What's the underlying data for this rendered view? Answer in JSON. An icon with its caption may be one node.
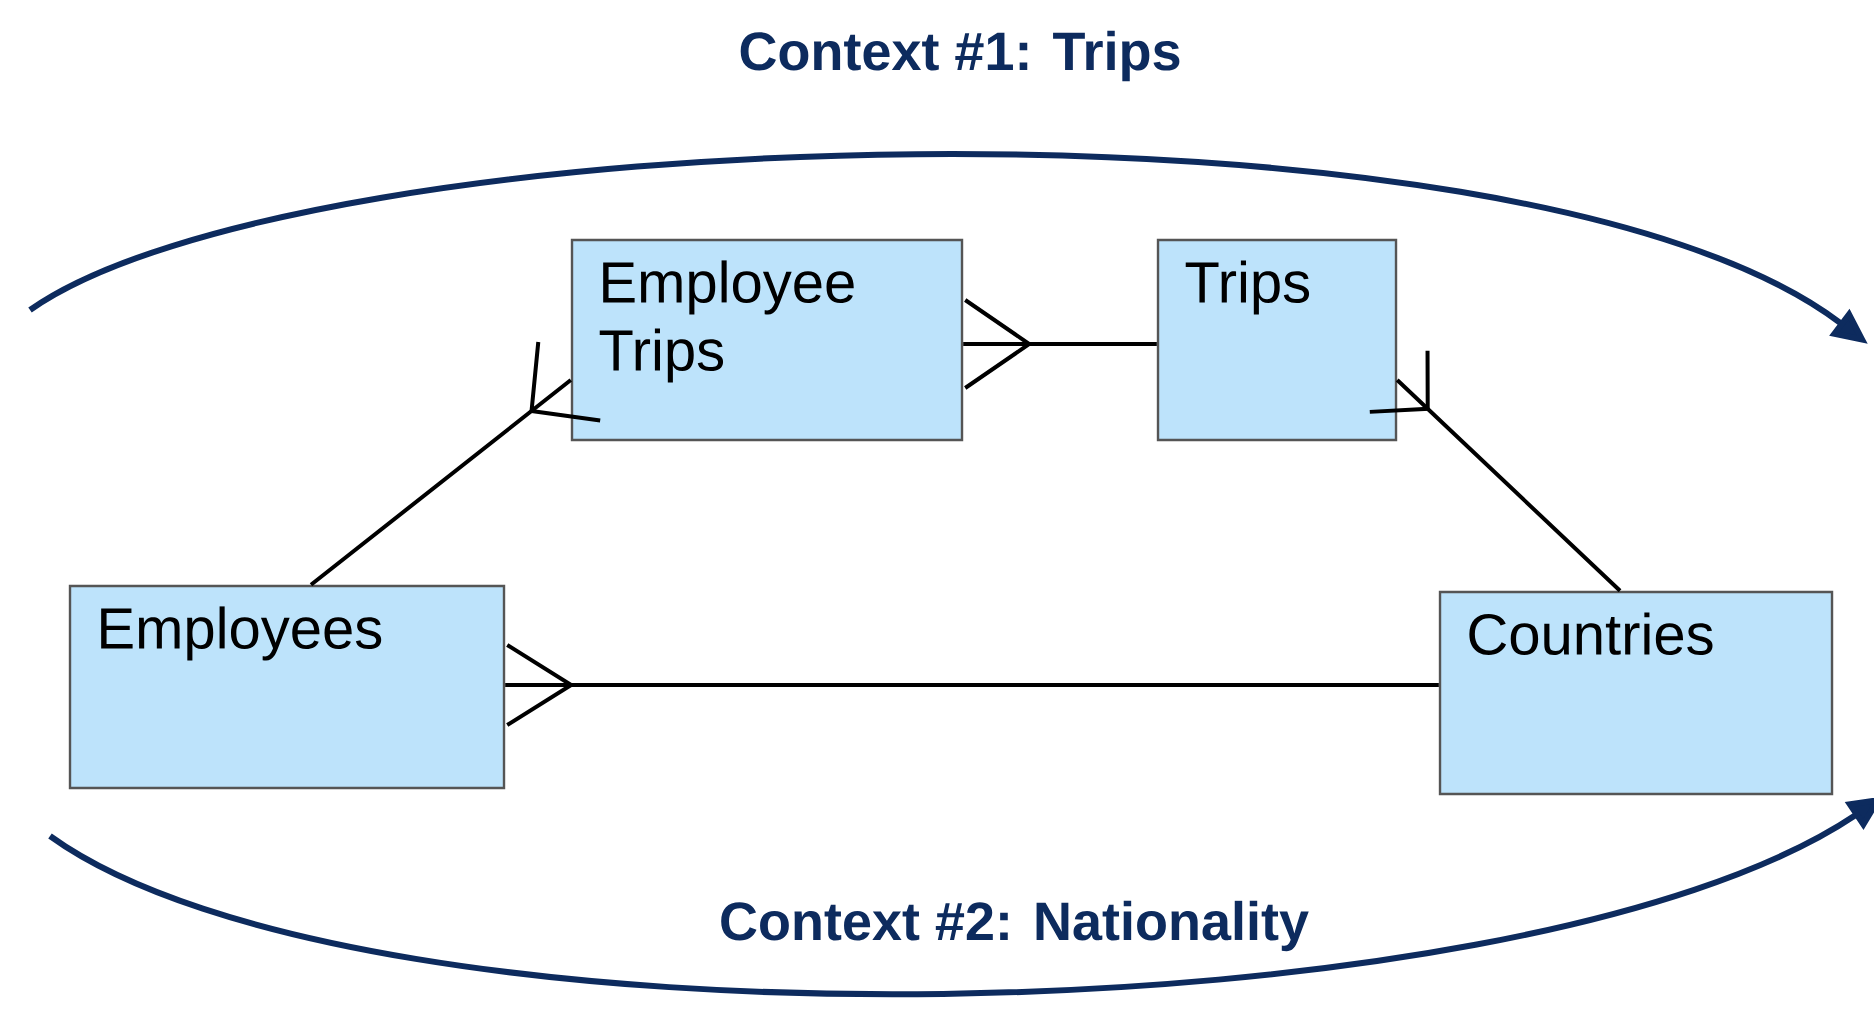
{
  "diagram": {
    "nodes": [
      {
        "text": [
          "Employees"
        ]
      },
      {
        "text": [
          "Employee Trips"
        ]
      },
      {
        "text": [
          "Trips"
        ]
      },
      {
        "text": [
          "Countries"
        ]
      }
    ],
    "edges": [
      {
        "from": 1,
        "to": 0,
        "arrow": "other"
      },
      {
        "from": 1,
        "to": 2,
        "arrow": "other"
      },
      {
        "from": 2,
        "to": 3,
        "arrow": "other"
      },
      {
        "from": 0,
        "to": 3,
        "arrow": "other"
      }
    ],
    "labels": [
      "Context #1: Trips",
      "Context #2: Nationality"
    ]
  }
}
